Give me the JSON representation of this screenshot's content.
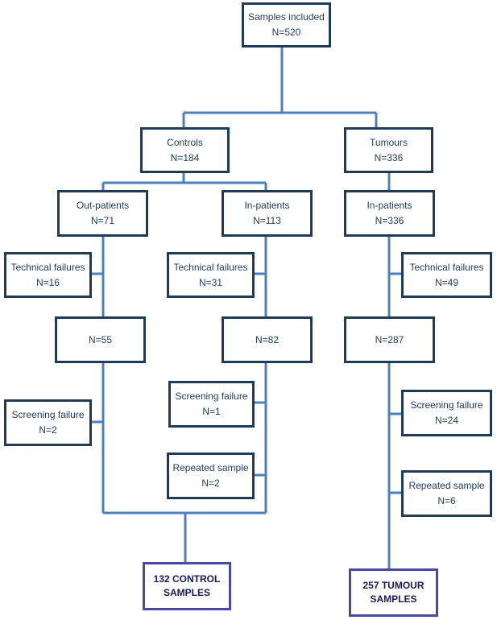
{
  "boxes": {
    "samples": {
      "l1": "Samples included",
      "l2": "N=520"
    },
    "controls": {
      "l1": "Controls",
      "l2": "N=184"
    },
    "tumours": {
      "l1": "Tumours",
      "l2": "N=336"
    },
    "outpat": {
      "l1": "Out-patients",
      "l2": "N=71"
    },
    "inpat_c": {
      "l1": "In-patients",
      "l2": "N=113"
    },
    "inpat_t": {
      "l1": "In-patients",
      "l2": "N=336"
    },
    "tf_out": {
      "l1": "Technical failures",
      "l2": "N=16"
    },
    "tf_inc": {
      "l1": "Technical failures",
      "l2": "N=31"
    },
    "tf_int": {
      "l1": "Technical failures",
      "l2": "N=49"
    },
    "n55": {
      "l1": "N=55"
    },
    "n82": {
      "l1": "N=82"
    },
    "n287": {
      "l1": "N=287"
    },
    "sf_out": {
      "l1": "Screening failure",
      "l2": "N=2"
    },
    "sf_inc": {
      "l1": "Screening failure",
      "l2": "N=1"
    },
    "sf_int": {
      "l1": "Screening failure",
      "l2": "N=24"
    },
    "rs_inc": {
      "l1": "Repeated sample",
      "l2": "N=2"
    },
    "rs_int": {
      "l1": "Repeated sample",
      "l2": "N=6"
    },
    "final_ctrl": {
      "l1": "132 CONTROL",
      "l2": "SAMPLES"
    },
    "final_tum": {
      "l1": "257  TUMOUR",
      "l2": "SAMPLES"
    }
  },
  "colors": {
    "box_border": "#1f3b5c",
    "connector": "#4f7fbf",
    "final_border": "#4a4aa0"
  }
}
